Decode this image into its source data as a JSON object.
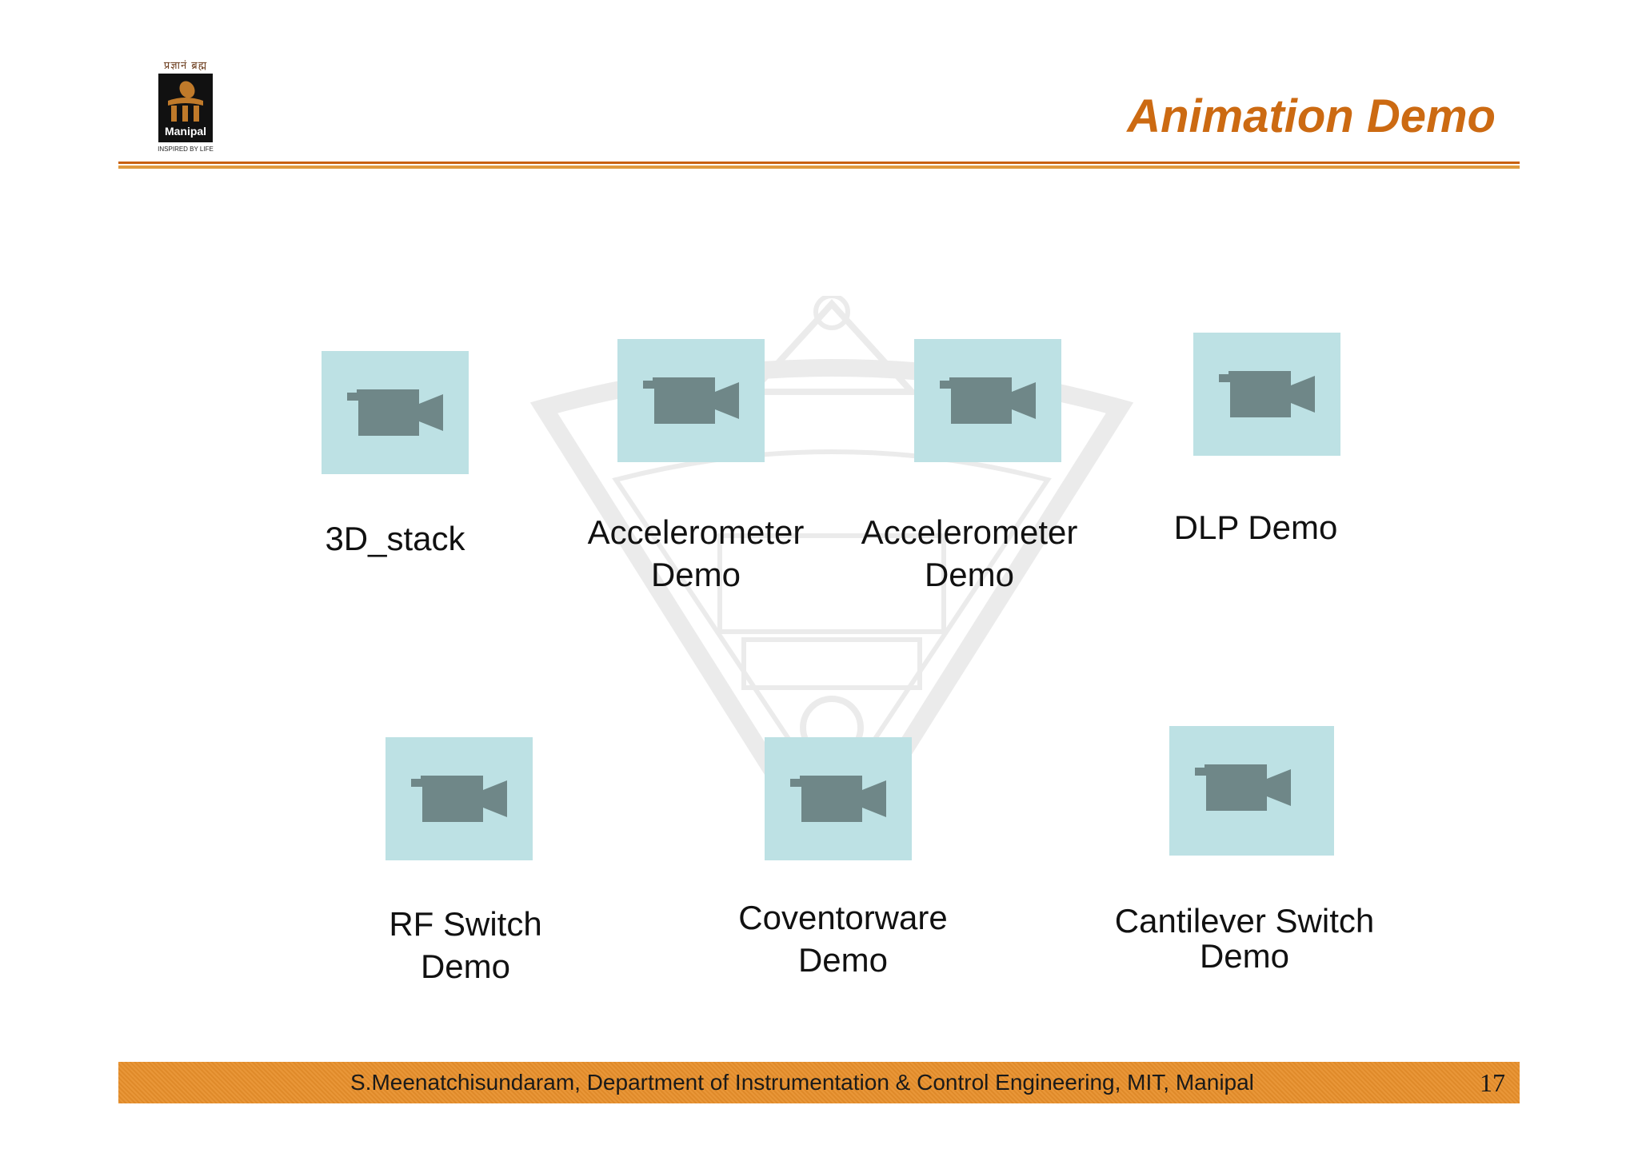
{
  "logo": {
    "top_text": "प्रज्ञानं ब्रह्म",
    "name": "Manipal",
    "tagline": "INSPIRED BY LIFE"
  },
  "slide": {
    "title": "Animation Demo",
    "page_number": "17"
  },
  "media_items": [
    {
      "icon": "video-camera-icon",
      "caption_line1": "3D_stack",
      "caption_line2": ""
    },
    {
      "icon": "video-camera-icon",
      "caption_line1": "Accelerometer",
      "caption_line2": "Demo"
    },
    {
      "icon": "video-camera-icon",
      "caption_line1": "Accelerometer",
      "caption_line2": "Demo"
    },
    {
      "icon": "video-camera-icon",
      "caption_line1": "DLP Demo",
      "caption_line2": ""
    },
    {
      "icon": "video-camera-icon",
      "caption_line1": "RF Switch",
      "caption_line2": "Demo"
    },
    {
      "icon": "video-camera-icon",
      "caption_line1": "Coventorware",
      "caption_line2": "Demo"
    },
    {
      "icon": "video-camera-icon",
      "caption_line1": "Cantilever Switch",
      "caption_line2": "Demo"
    }
  ],
  "footer": {
    "text": "S.Meenatchisundaram, Department of Instrumentation & Control Engineering, MIT, Manipal"
  },
  "colors": {
    "title": "#cc6a12",
    "footer_bar": "#e8902c",
    "tile_bg": "#bde1e4",
    "camera_icon": "#6f8788"
  }
}
